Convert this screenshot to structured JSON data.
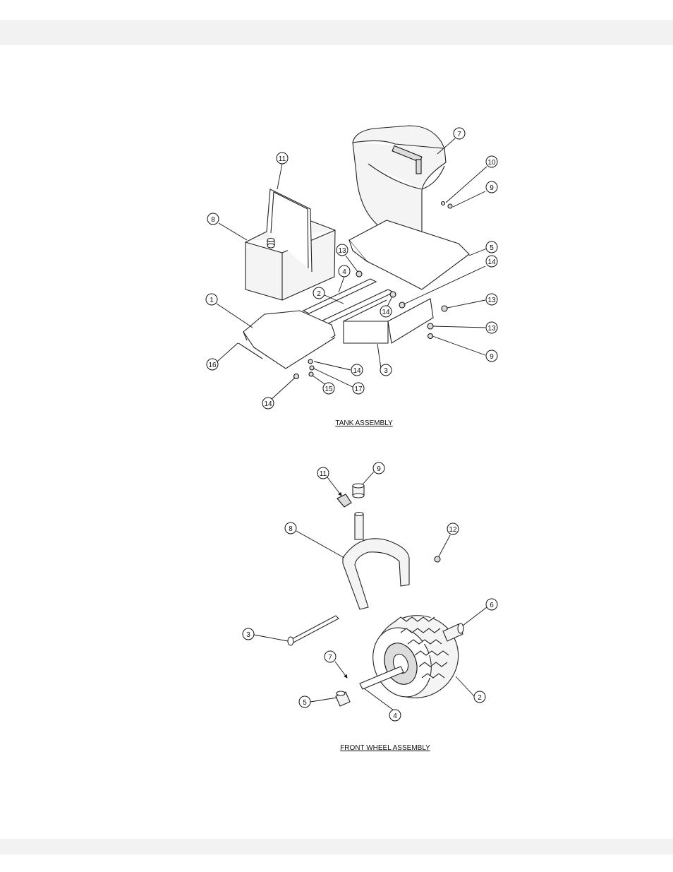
{
  "tank_assembly": {
    "caption": "TANK ASSEMBLY",
    "callouts": [
      "11",
      "8",
      "7",
      "10",
      "9",
      "5",
      "13",
      "4",
      "2",
      "14",
      "14",
      "1",
      "13",
      "13",
      "9",
      "16",
      "14",
      "3",
      "17",
      "15",
      "14"
    ]
  },
  "front_wheel_assembly": {
    "caption": "FRONT WHEEL  ASSEMBLY",
    "callouts": [
      "11",
      "9",
      "8",
      "12",
      "6",
      "3",
      "7",
      "5",
      "4",
      "2"
    ]
  }
}
